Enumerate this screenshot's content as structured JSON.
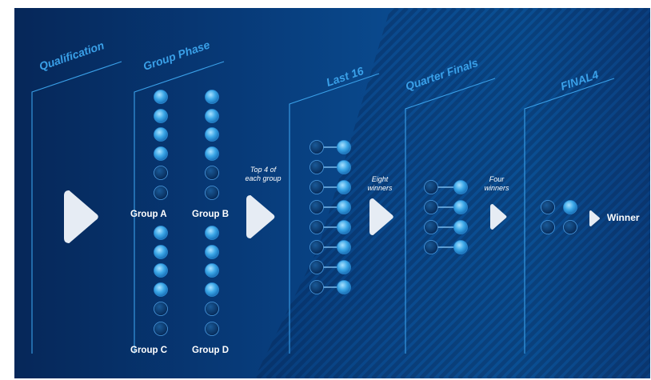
{
  "stages": [
    "Qualification",
    "Group Phase",
    "Last 16",
    "Quarter Finals",
    "FINAL4"
  ],
  "groups": [
    "Group A",
    "Group B",
    "Group C",
    "Group D"
  ],
  "notes": {
    "top4": [
      "Top 4 of",
      "each group"
    ],
    "eight": [
      "Eight",
      "winners"
    ],
    "four": [
      "Four",
      "winners"
    ]
  },
  "winner_label": "Winner",
  "colors": {
    "background": "#073a78",
    "accent_blue": "#3aa0e8",
    "team_ball": "#47b0ec",
    "loser_ball": "#0a3b70",
    "arrow": "#e6ecf4"
  }
}
